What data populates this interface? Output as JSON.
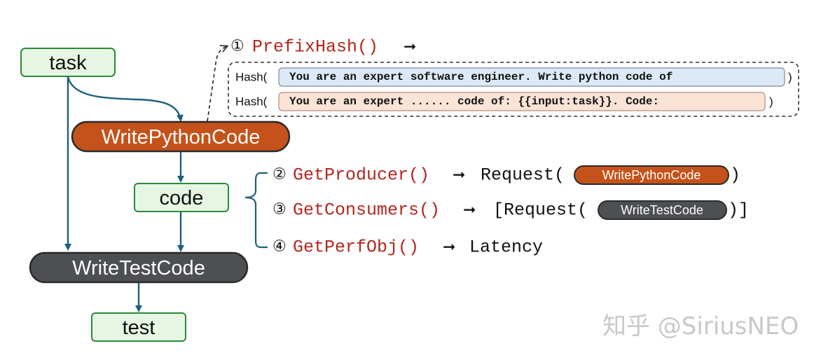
{
  "nodes": {
    "task": "task",
    "write_python": "WritePythonCode",
    "code": "code",
    "write_test": "WriteTestCode",
    "test": "test"
  },
  "prefix_hash": {
    "marker": "①",
    "call": "PrefixHash()",
    "arrow": "➞",
    "rows": [
      {
        "label": "Hash(",
        "prompt": "You are an expert software engineer. Write python code of",
        "close": ")"
      },
      {
        "label": "Hash(",
        "prompt": "You are an expert ...... code of: {{input:task}}. Code:",
        "close": ")"
      }
    ]
  },
  "apis": [
    {
      "marker": "②",
      "call": "GetProducer()",
      "arrow": "➞",
      "result_prefix": "Request(",
      "pill": "WritePythonCode",
      "result_suffix": ")"
    },
    {
      "marker": "③",
      "call": "GetConsumers()",
      "arrow": "➞",
      "result_prefix": "[Request(",
      "pill": "WriteTestCode",
      "result_suffix": ")]"
    },
    {
      "marker": "④",
      "call": "GetPerfObj()",
      "arrow": "➞",
      "result_prefix": "Latency"
    }
  ],
  "watermark": "知乎 @SiriusNEO",
  "colors": {
    "green_fill": "#e6f6e3",
    "green_stroke": "#2a8a3a",
    "orange_fill": "#c4521a",
    "dark_fill": "#4d4f52",
    "edge": "#1f5f7a",
    "red_text": "#b3261e",
    "blue_box": "#dde9f6",
    "peach_box": "#fbe3d6"
  }
}
